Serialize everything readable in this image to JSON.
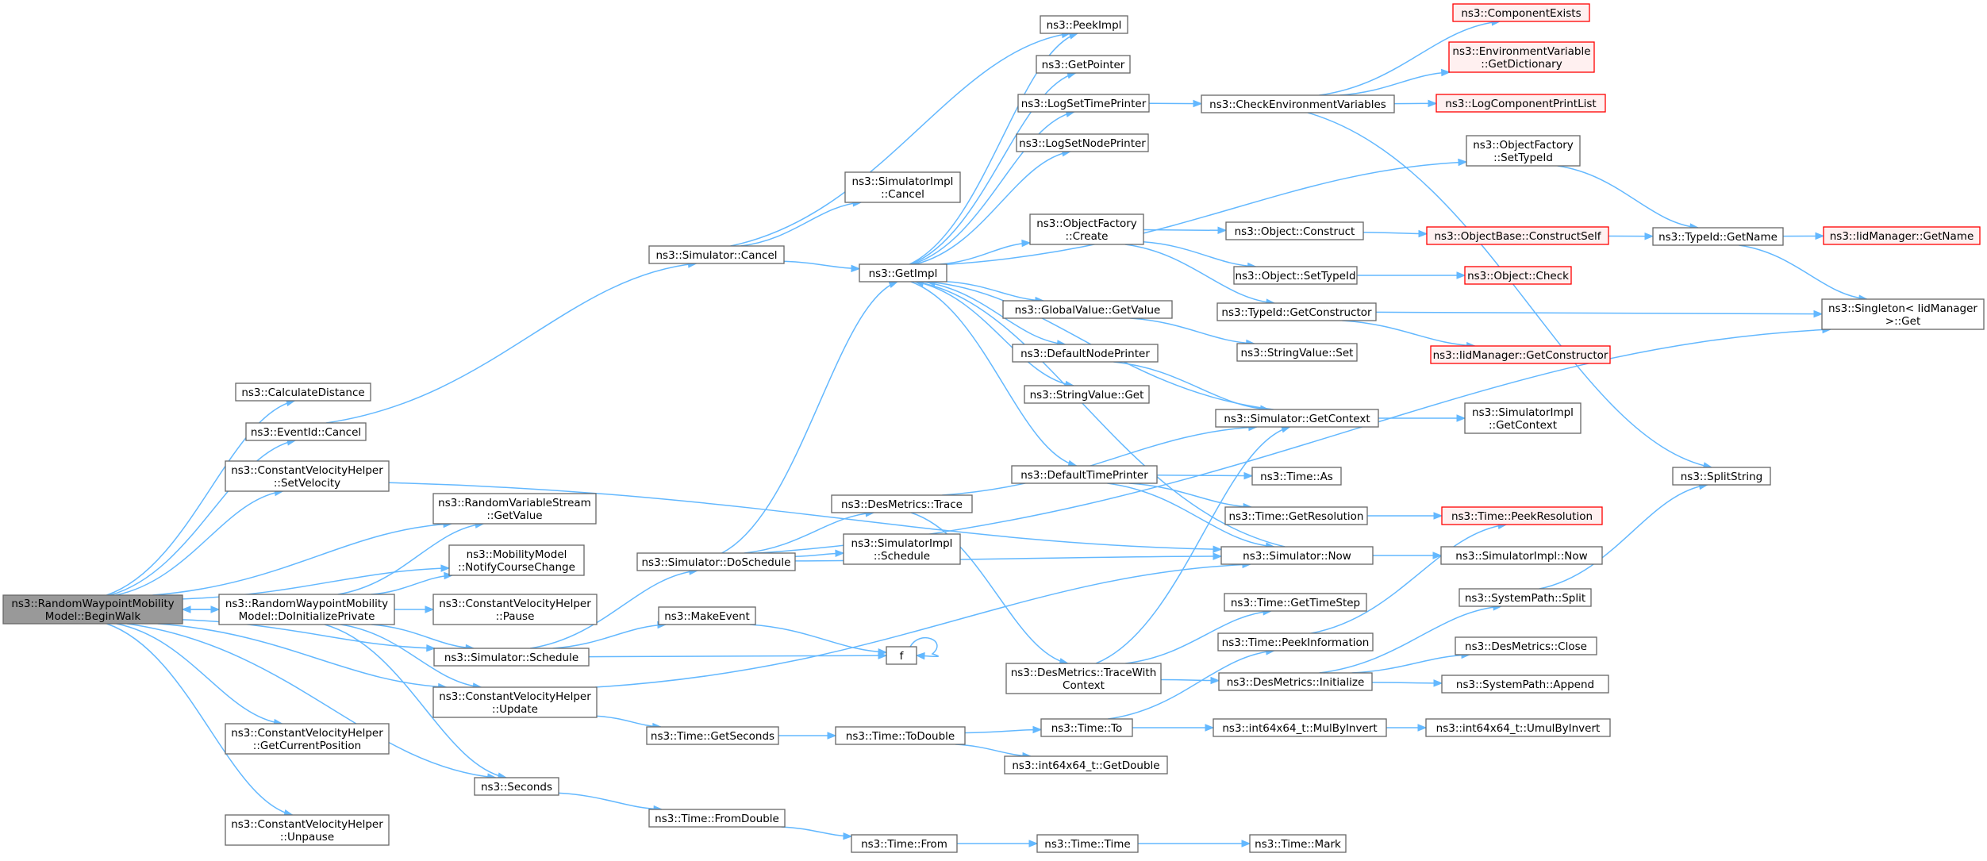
{
  "colors": {
    "node_border": "#666666",
    "node_fill": "#ffffff",
    "root_fill": "#999999",
    "root_border": "#666666",
    "truncated_border": "#ff0000",
    "truncated_fill": "#fff0f0",
    "edge": "#63b8ff"
  },
  "nodes": [
    {
      "id": "root",
      "lines": [
        "ns3::RandomWaypointMobility",
        "Model::BeginWalk"
      ],
      "style": "root"
    },
    {
      "id": "calcdist",
      "lines": [
        "ns3::CalculateDistance"
      ]
    },
    {
      "id": "eventcancel",
      "lines": [
        "ns3::EventId::Cancel"
      ]
    },
    {
      "id": "setvelocity",
      "lines": [
        "ns3::ConstantVelocityHelper",
        "::SetVelocity"
      ]
    },
    {
      "id": "rvsgetvalue",
      "lines": [
        "ns3::RandomVariableStream",
        "::GetValue"
      ]
    },
    {
      "id": "notifycourse",
      "lines": [
        "ns3::MobilityModel",
        "::NotifyCourseChange"
      ]
    },
    {
      "id": "doinit",
      "lines": [
        "ns3::RandomWaypointMobility",
        "Model::DoInitializePrivate"
      ]
    },
    {
      "id": "cvhpause",
      "lines": [
        "ns3::ConstantVelocityHelper",
        "::Pause"
      ]
    },
    {
      "id": "simschedule",
      "lines": [
        "ns3::Simulator::Schedule"
      ]
    },
    {
      "id": "cvhupdate",
      "lines": [
        "ns3::ConstantVelocityHelper",
        "::Update"
      ]
    },
    {
      "id": "getcurpos",
      "lines": [
        "ns3::ConstantVelocityHelper",
        "::GetCurrentPosition"
      ]
    },
    {
      "id": "seconds",
      "lines": [
        "ns3::Seconds"
      ]
    },
    {
      "id": "unpause",
      "lines": [
        "ns3::ConstantVelocityHelper",
        "::Unpause"
      ]
    },
    {
      "id": "simcancel",
      "lines": [
        "ns3::Simulator::Cancel"
      ]
    },
    {
      "id": "simimplcancel",
      "lines": [
        "ns3::SimulatorImpl",
        "::Cancel"
      ]
    },
    {
      "id": "getimpl",
      "lines": [
        "ns3::GetImpl"
      ]
    },
    {
      "id": "peekimpl",
      "lines": [
        "ns3::PeekImpl"
      ]
    },
    {
      "id": "getpointer",
      "lines": [
        "ns3::GetPointer"
      ]
    },
    {
      "id": "logsettime",
      "lines": [
        "ns3::LogSetTimePrinter"
      ]
    },
    {
      "id": "logsetnode",
      "lines": [
        "ns3::LogSetNodePrinter"
      ]
    },
    {
      "id": "objfactcreate",
      "lines": [
        "ns3::ObjectFactory",
        "::Create"
      ]
    },
    {
      "id": "gvgetvalue",
      "lines": [
        "ns3::GlobalValue::GetValue"
      ]
    },
    {
      "id": "defnodeprinter",
      "lines": [
        "ns3::DefaultNodePrinter"
      ]
    },
    {
      "id": "strvalget",
      "lines": [
        "ns3::StringValue::Get"
      ]
    },
    {
      "id": "deftimeprinter",
      "lines": [
        "ns3::DefaultTimePrinter"
      ]
    },
    {
      "id": "destrace",
      "lines": [
        "ns3::DesMetrics::Trace"
      ]
    },
    {
      "id": "simimplschedule",
      "lines": [
        "ns3::SimulatorImpl",
        "::Schedule"
      ]
    },
    {
      "id": "doschedule",
      "lines": [
        "ns3::Simulator::DoSchedule"
      ]
    },
    {
      "id": "makeevent",
      "lines": [
        "ns3::MakeEvent"
      ]
    },
    {
      "id": "f",
      "lines": [
        "f"
      ]
    },
    {
      "id": "destracectx",
      "lines": [
        "ns3::DesMetrics::TraceWith",
        "Context"
      ]
    },
    {
      "id": "timegetseconds",
      "lines": [
        "ns3::Time::GetSeconds"
      ]
    },
    {
      "id": "timetodouble",
      "lines": [
        "ns3::Time::ToDouble"
      ]
    },
    {
      "id": "int64getdouble",
      "lines": [
        "ns3::int64x64_t::GetDouble"
      ]
    },
    {
      "id": "timefromdouble",
      "lines": [
        "ns3::Time::FromDouble"
      ]
    },
    {
      "id": "timefrom",
      "lines": [
        "ns3::Time::From"
      ]
    },
    {
      "id": "timetime",
      "lines": [
        "ns3::Time::Time"
      ]
    },
    {
      "id": "timemark",
      "lines": [
        "ns3::Time::Mark"
      ]
    },
    {
      "id": "timeto",
      "lines": [
        "ns3::Time::To"
      ]
    },
    {
      "id": "mulbyinvert",
      "lines": [
        "ns3::int64x64_t::MulByInvert"
      ]
    },
    {
      "id": "umulbyinvert",
      "lines": [
        "ns3::int64x64_t::UmulByInvert"
      ]
    },
    {
      "id": "checkenv",
      "lines": [
        "ns3::CheckEnvironmentVariables"
      ]
    },
    {
      "id": "compexists",
      "lines": [
        "ns3::ComponentExists"
      ],
      "style": "truncated"
    },
    {
      "id": "envgetdict",
      "lines": [
        "ns3::EnvironmentVariable",
        "::GetDictionary"
      ],
      "style": "truncated"
    },
    {
      "id": "logcomplist",
      "lines": [
        "ns3::LogComponentPrintList"
      ],
      "style": "truncated"
    },
    {
      "id": "objfactsettypeid",
      "lines": [
        "ns3::ObjectFactory",
        "::SetTypeId"
      ]
    },
    {
      "id": "objconstruct",
      "lines": [
        "ns3::Object::Construct"
      ]
    },
    {
      "id": "objsettypeid",
      "lines": [
        "ns3::Object::SetTypeId"
      ]
    },
    {
      "id": "typeidgetctor",
      "lines": [
        "ns3::TypeId::GetConstructor"
      ]
    },
    {
      "id": "strvalset",
      "lines": [
        "ns3::StringValue::Set"
      ]
    },
    {
      "id": "objbasecs",
      "lines": [
        "ns3::ObjectBase::ConstructSelf"
      ],
      "style": "truncated"
    },
    {
      "id": "objcheck",
      "lines": [
        "ns3::Object::Check"
      ],
      "style": "truncated"
    },
    {
      "id": "iidmgrgetctor",
      "lines": [
        "ns3::IidManager::GetConstructor"
      ],
      "style": "truncated"
    },
    {
      "id": "typeidgetname",
      "lines": [
        "ns3::TypeId::GetName"
      ]
    },
    {
      "id": "iidmgrgetname",
      "lines": [
        "ns3::IidManager::GetName"
      ],
      "style": "truncated"
    },
    {
      "id": "singletonget",
      "lines": [
        "ns3::Singleton< IidManager",
        " >::Get"
      ]
    },
    {
      "id": "simgetcontext",
      "lines": [
        "ns3::Simulator::GetContext"
      ]
    },
    {
      "id": "simimplgetctx",
      "lines": [
        "ns3::SimulatorImpl",
        "::GetContext"
      ]
    },
    {
      "id": "timeas",
      "lines": [
        "ns3::Time::As"
      ]
    },
    {
      "id": "timegetres",
      "lines": [
        "ns3::Time::GetResolution"
      ]
    },
    {
      "id": "timepeekres",
      "lines": [
        "ns3::Time::PeekResolution"
      ],
      "style": "truncated"
    },
    {
      "id": "simnow",
      "lines": [
        "ns3::Simulator::Now"
      ]
    },
    {
      "id": "simimplnow",
      "lines": [
        "ns3::SimulatorImpl::Now"
      ]
    },
    {
      "id": "splitstring",
      "lines": [
        "ns3::SplitString"
      ]
    },
    {
      "id": "timegettimestep",
      "lines": [
        "ns3::Time::GetTimeStep"
      ]
    },
    {
      "id": "timepeekinfo",
      "lines": [
        "ns3::Time::PeekInformation"
      ]
    },
    {
      "id": "desinit",
      "lines": [
        "ns3::DesMetrics::Initialize"
      ]
    },
    {
      "id": "syspathsplit",
      "lines": [
        "ns3::SystemPath::Split"
      ]
    },
    {
      "id": "desclose",
      "lines": [
        "ns3::DesMetrics::Close"
      ]
    },
    {
      "id": "syspathappend",
      "lines": [
        "ns3::SystemPath::Append"
      ]
    }
  ]
}
